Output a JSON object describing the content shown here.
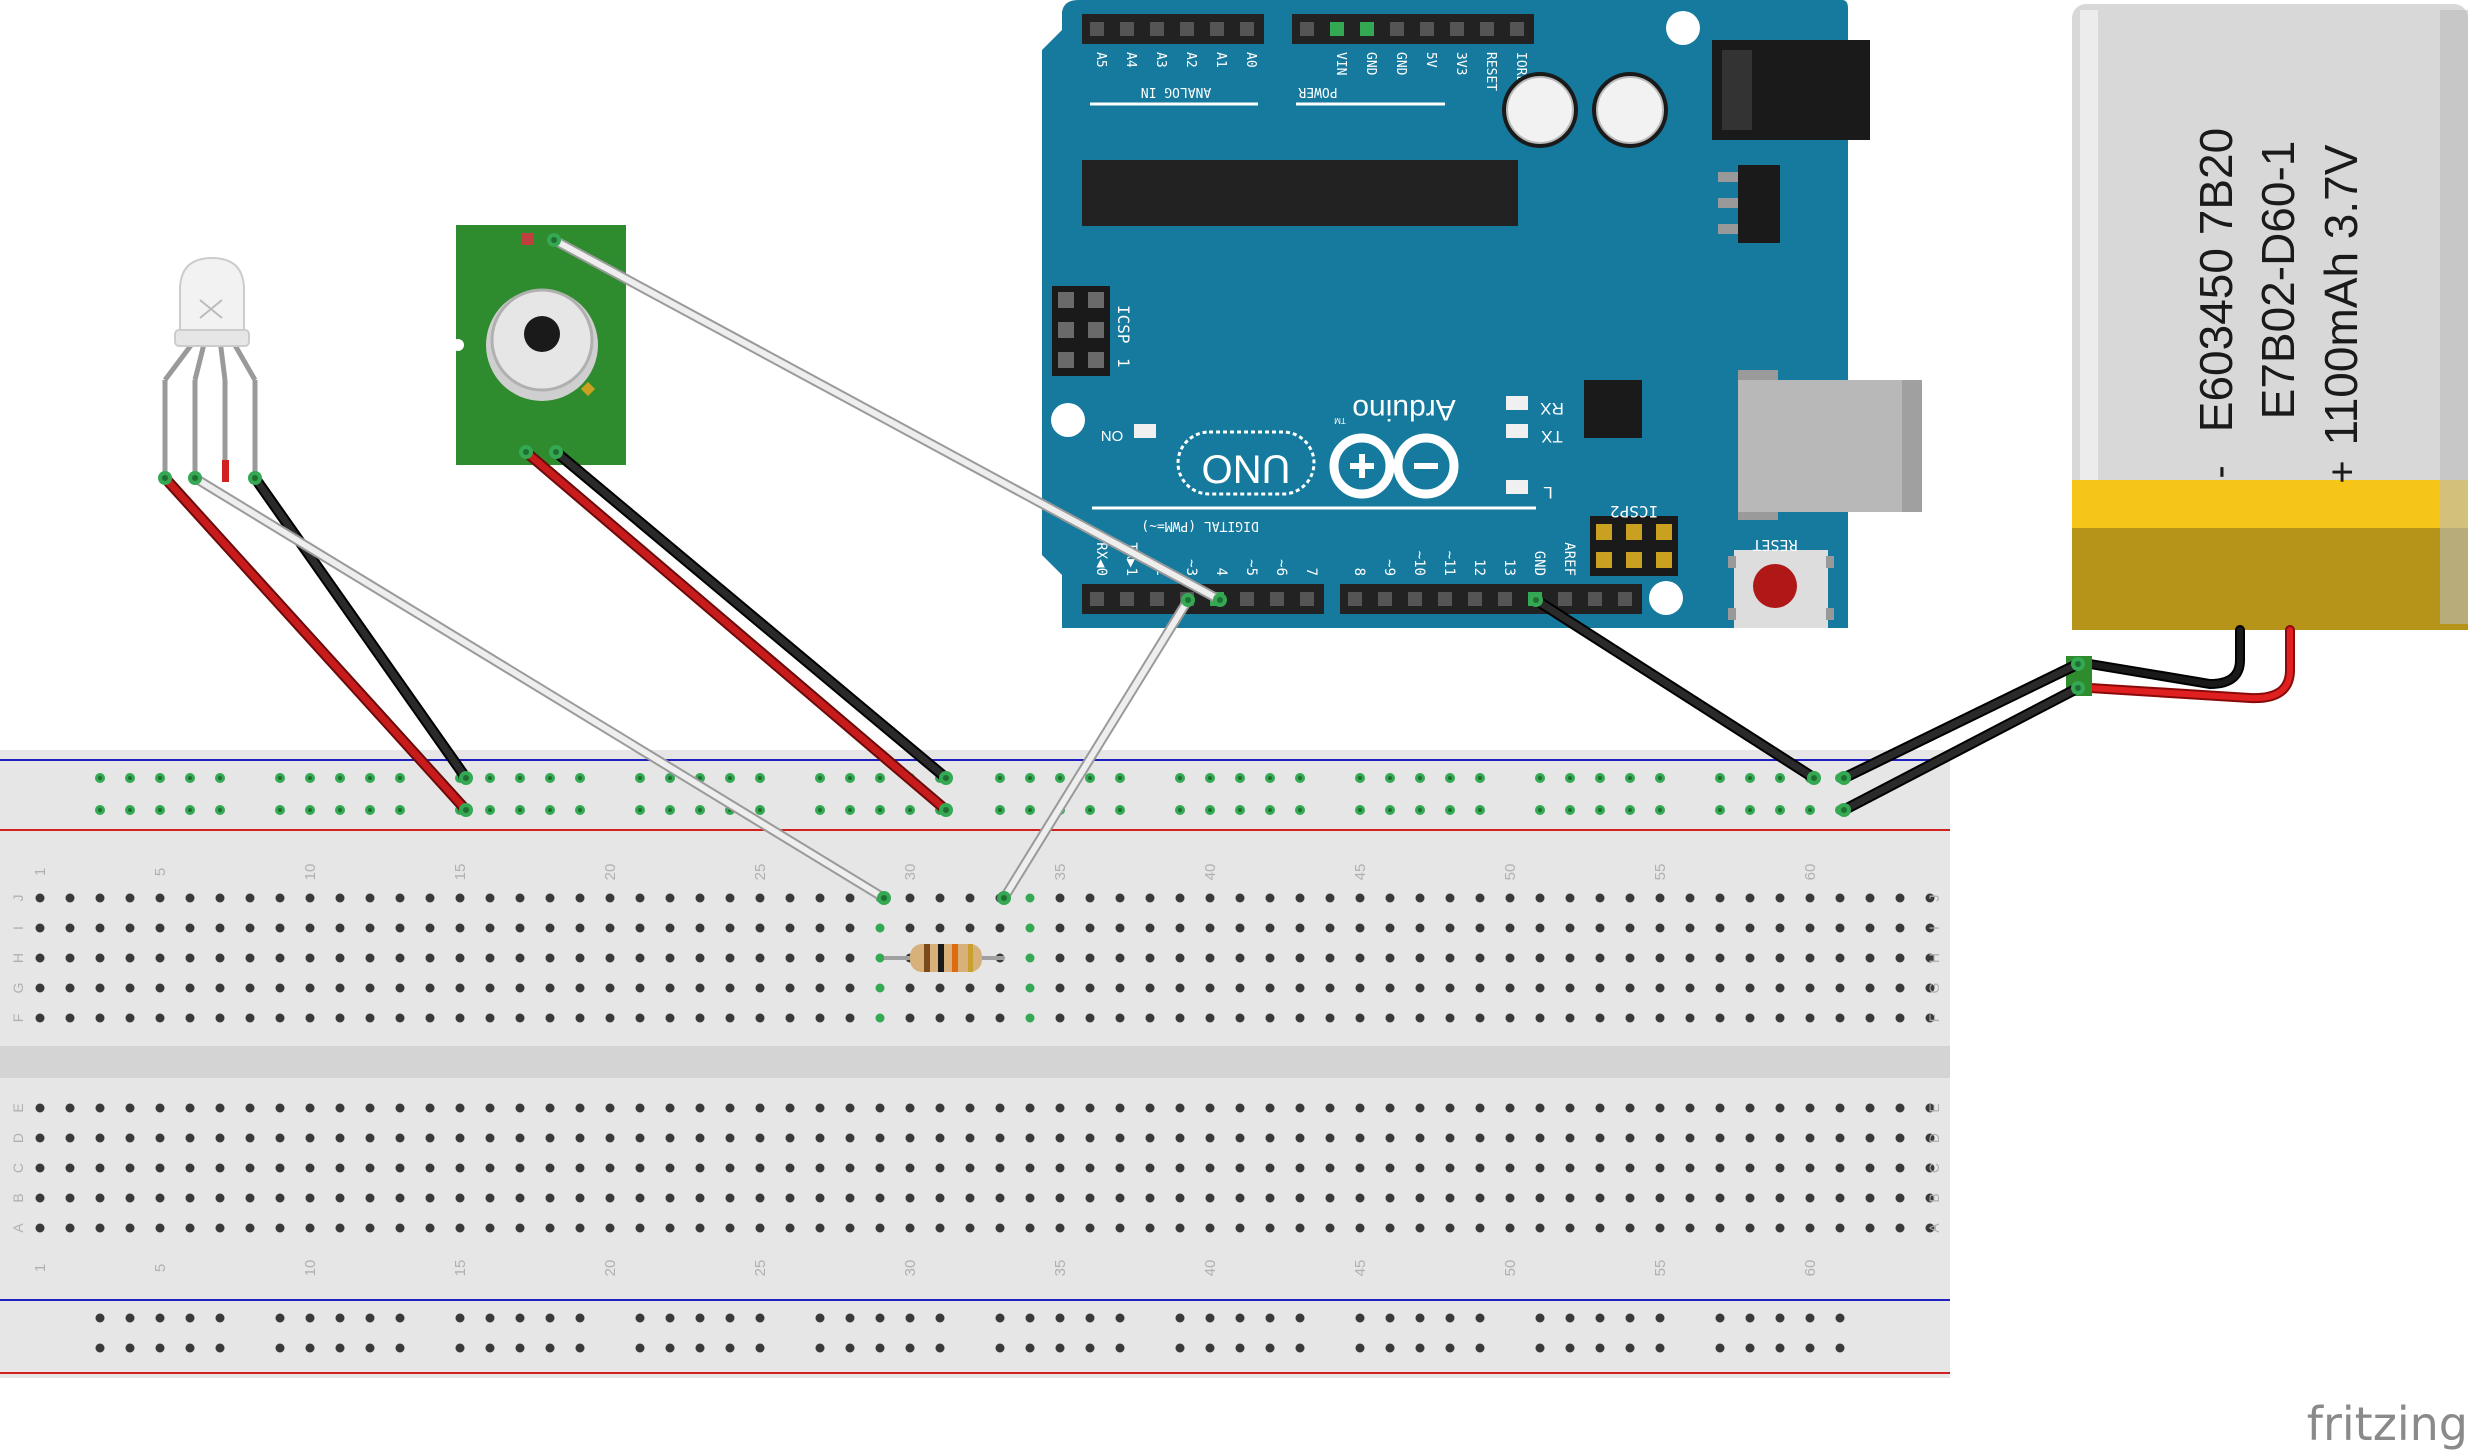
{
  "colors": {
    "arduino_board": "#157a9e",
    "arduino_dark": "#0f5f7c",
    "breadboard": "#e6e6e6",
    "breadboard_channel": "#d4d4d4",
    "hole": "#3a3a3a",
    "hole_active": "#34a853",
    "rail_red": "#d02020",
    "rail_blue": "#2020c0",
    "wire_red": "#c81c1c",
    "wire_black": "#1c1c1c",
    "wire_white": "#e8e8e8",
    "battery_gray": "#d8d8d8",
    "battery_tape": "#f5c518",
    "battery_gold": "#b59419",
    "sensor_pcb": "#2e8b2e",
    "watermark": "#8a8a8a"
  },
  "arduino": {
    "header_top_left": [
      "A5",
      "A4",
      "A3",
      "A2",
      "A1",
      "A0"
    ],
    "analog_label": "ANALOG IN",
    "header_top_right": [
      "VIN",
      "GND",
      "GND",
      "5V",
      "3V3",
      "RESET",
      "IOREF"
    ],
    "power_label": "POWER",
    "icsp_label": "ICSP",
    "icsp_pin1": "1",
    "rx_label": "RX",
    "tx_label": "TX",
    "l_label": "L",
    "on_label": "ON",
    "brand": "Arduino",
    "tm": "TM",
    "model": "UNO",
    "digital_label": "DIGITAL (PWM=~)",
    "header_bottom_left": [
      "RX◀0",
      "TX▶1",
      "2",
      "~3",
      "4",
      "~5",
      "~6",
      "7"
    ],
    "header_bottom_right": [
      "8",
      "~9",
      "~10",
      "~11",
      "12",
      "13",
      "GND",
      "AREF"
    ],
    "icsp2_label": "ICSP2",
    "reset_label": "RESET"
  },
  "battery": {
    "line1": "E603450 7B20",
    "line2": "E7B02-D60-1",
    "line3": "1100mAh 3.7V",
    "minus": "-",
    "plus": "+"
  },
  "breadboard": {
    "column_numbers": [
      "1",
      "5",
      "10",
      "15",
      "20",
      "25",
      "30",
      "35",
      "40",
      "45",
      "50",
      "55",
      "60"
    ],
    "rows_top": [
      "J",
      "I",
      "H",
      "G",
      "F"
    ],
    "rows_bottom": [
      "E",
      "D",
      "C",
      "B",
      "A"
    ]
  },
  "watermark": "fritzing"
}
